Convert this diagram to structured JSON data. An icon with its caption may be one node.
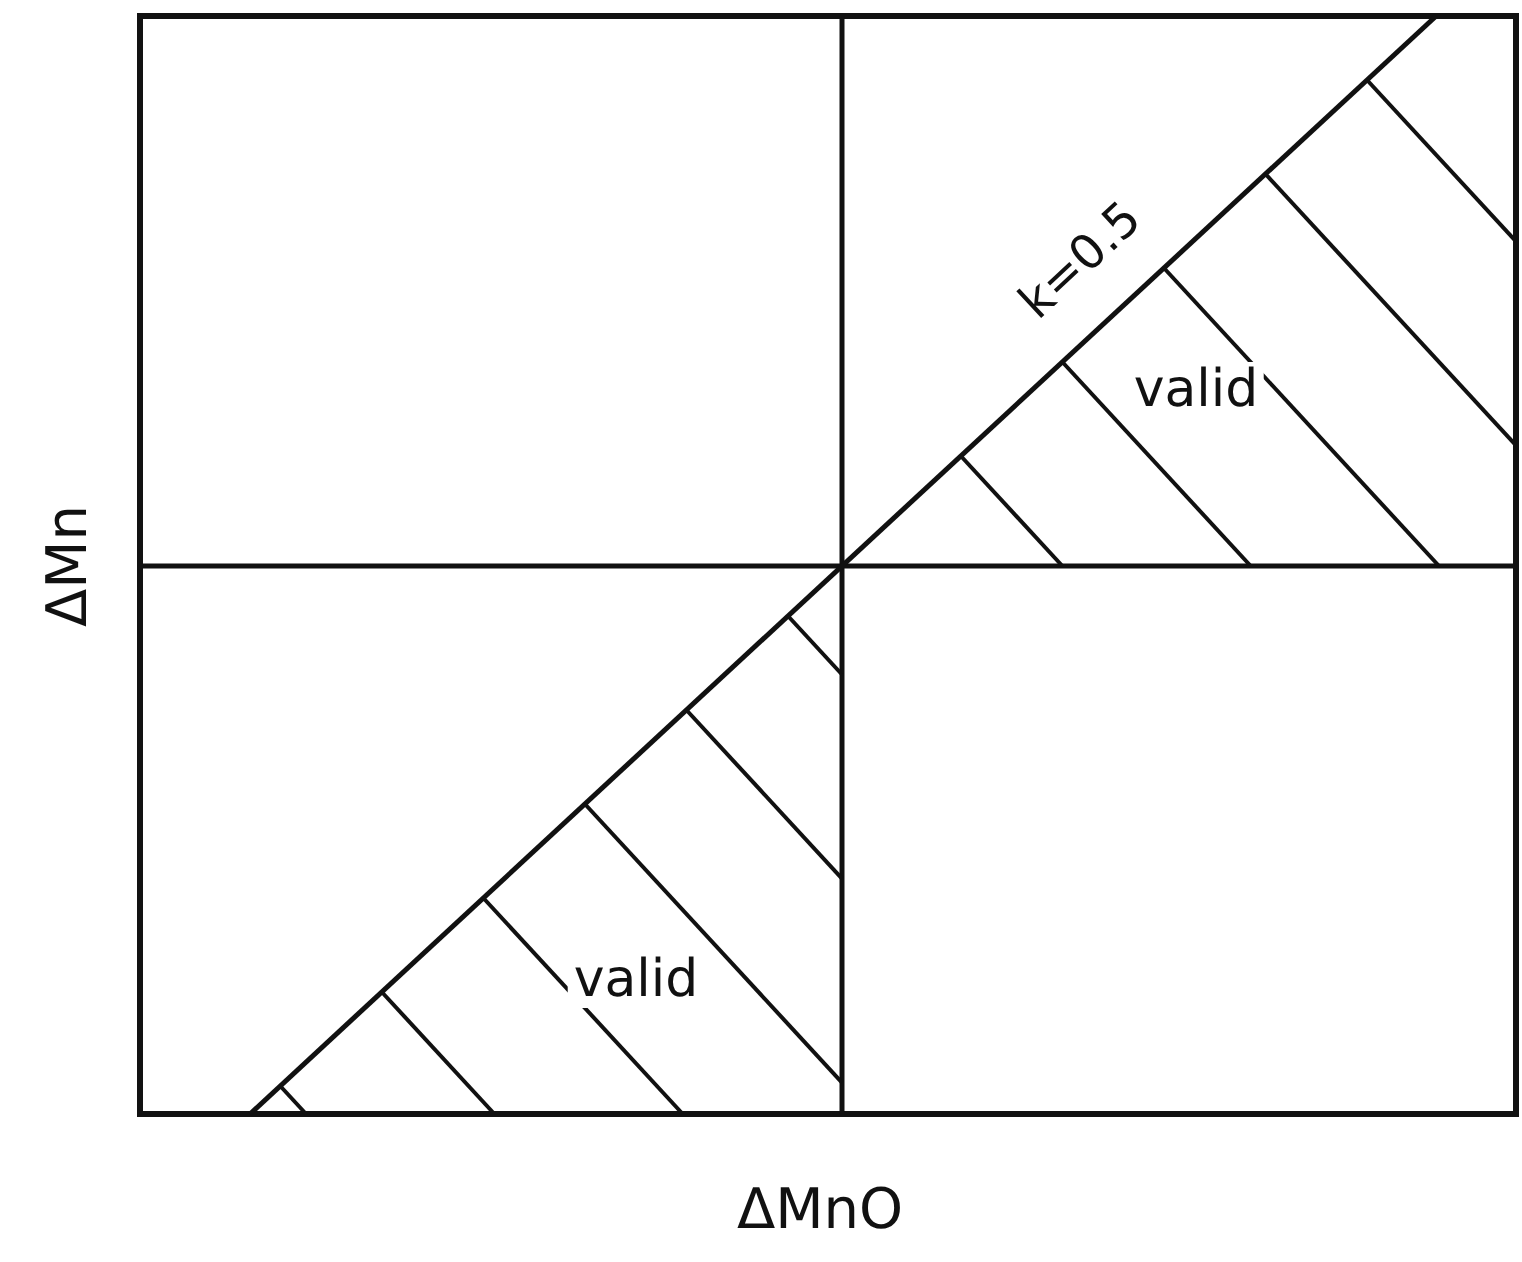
{
  "diagram": {
    "labels": [
      "k=0.5",
      "valid",
      "ΔMn",
      "valid",
      "ΔMnO"
    ]
  }
}
